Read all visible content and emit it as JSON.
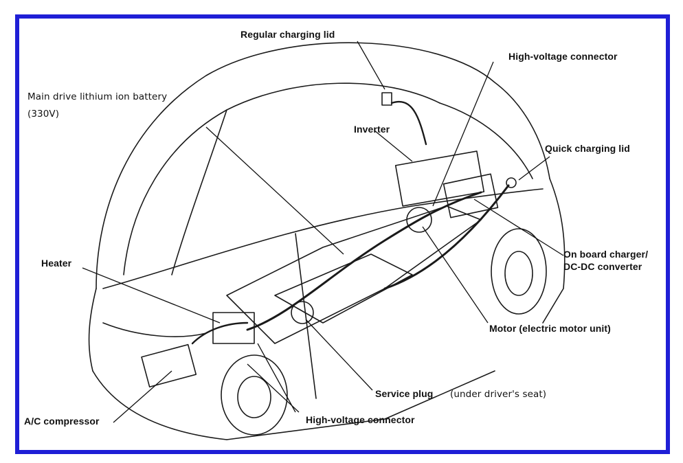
{
  "diagram": {
    "labels": {
      "regular_charging_lid": "Regular charging lid",
      "high_voltage_connector_top": "High-voltage connector",
      "main_battery_line1": "Main drive lithium ion battery",
      "main_battery_line2": "(330V)",
      "inverter": "Inverter",
      "quick_charging_lid": "Quick charging lid",
      "on_board_charger_line1": "On board charger/",
      "on_board_charger_line2": "DC-DC converter",
      "heater": "Heater",
      "motor": "Motor (electric motor unit)",
      "service_plug": "Service plug",
      "service_plug_note": "(under driver's seat)",
      "ac_compressor": "A/C compressor",
      "high_voltage_connector_bottom": "High-voltage connector"
    }
  },
  "colors": {
    "frame_border": "#1f1fd6",
    "line_art": "#1a1a1a",
    "text": "#111111"
  }
}
